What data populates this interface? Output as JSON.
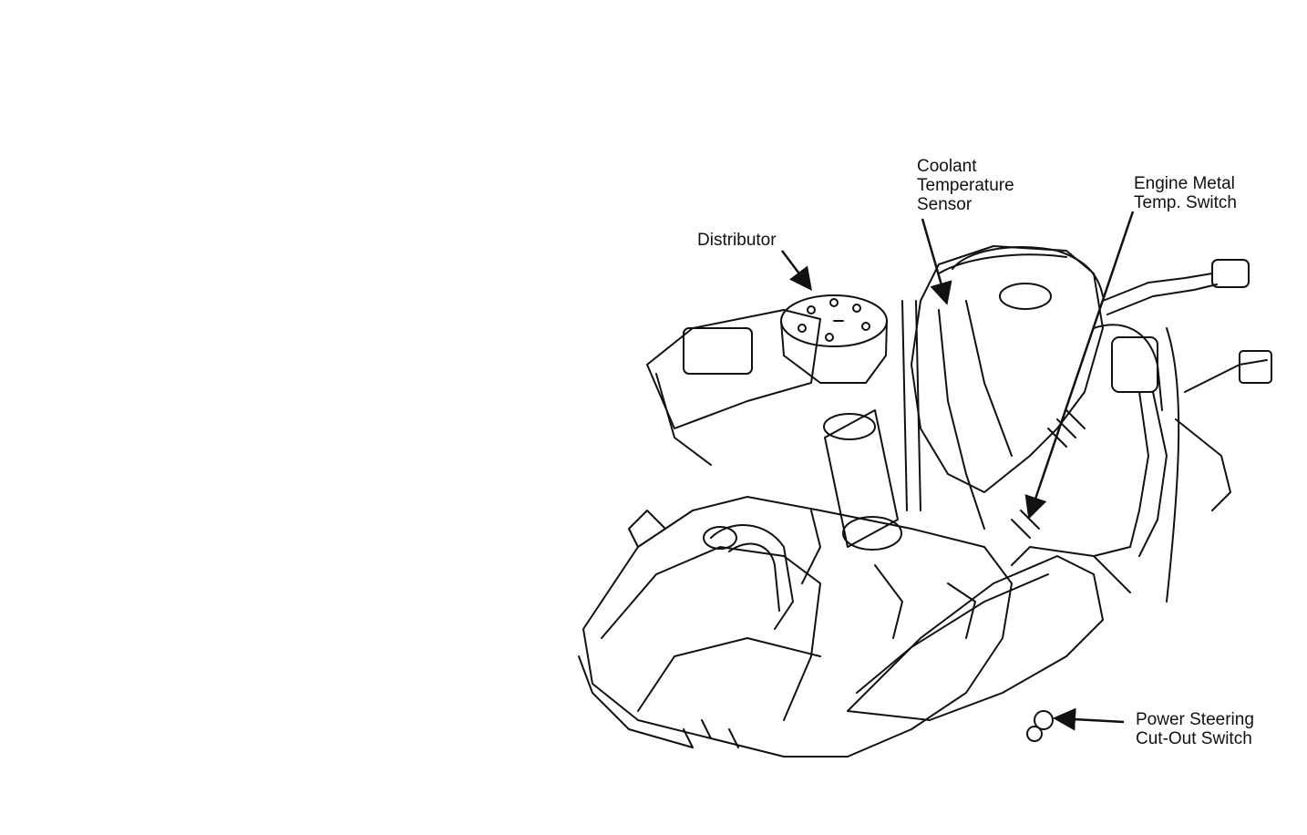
{
  "diagram": {
    "labels": {
      "distributor": {
        "lines": [
          "Distributor"
        ]
      },
      "coolant_sensor": {
        "lines": [
          "Coolant",
          "Temperature",
          "Sensor"
        ]
      },
      "engine_metal_switch": {
        "lines": [
          "Engine Metal",
          "Temp. Switch"
        ]
      },
      "power_steering_switch": {
        "lines": [
          "Power Steering",
          "Cut-Out Switch"
        ]
      }
    },
    "colors": {
      "ink": "#111111",
      "paper": "#ffffff"
    }
  }
}
